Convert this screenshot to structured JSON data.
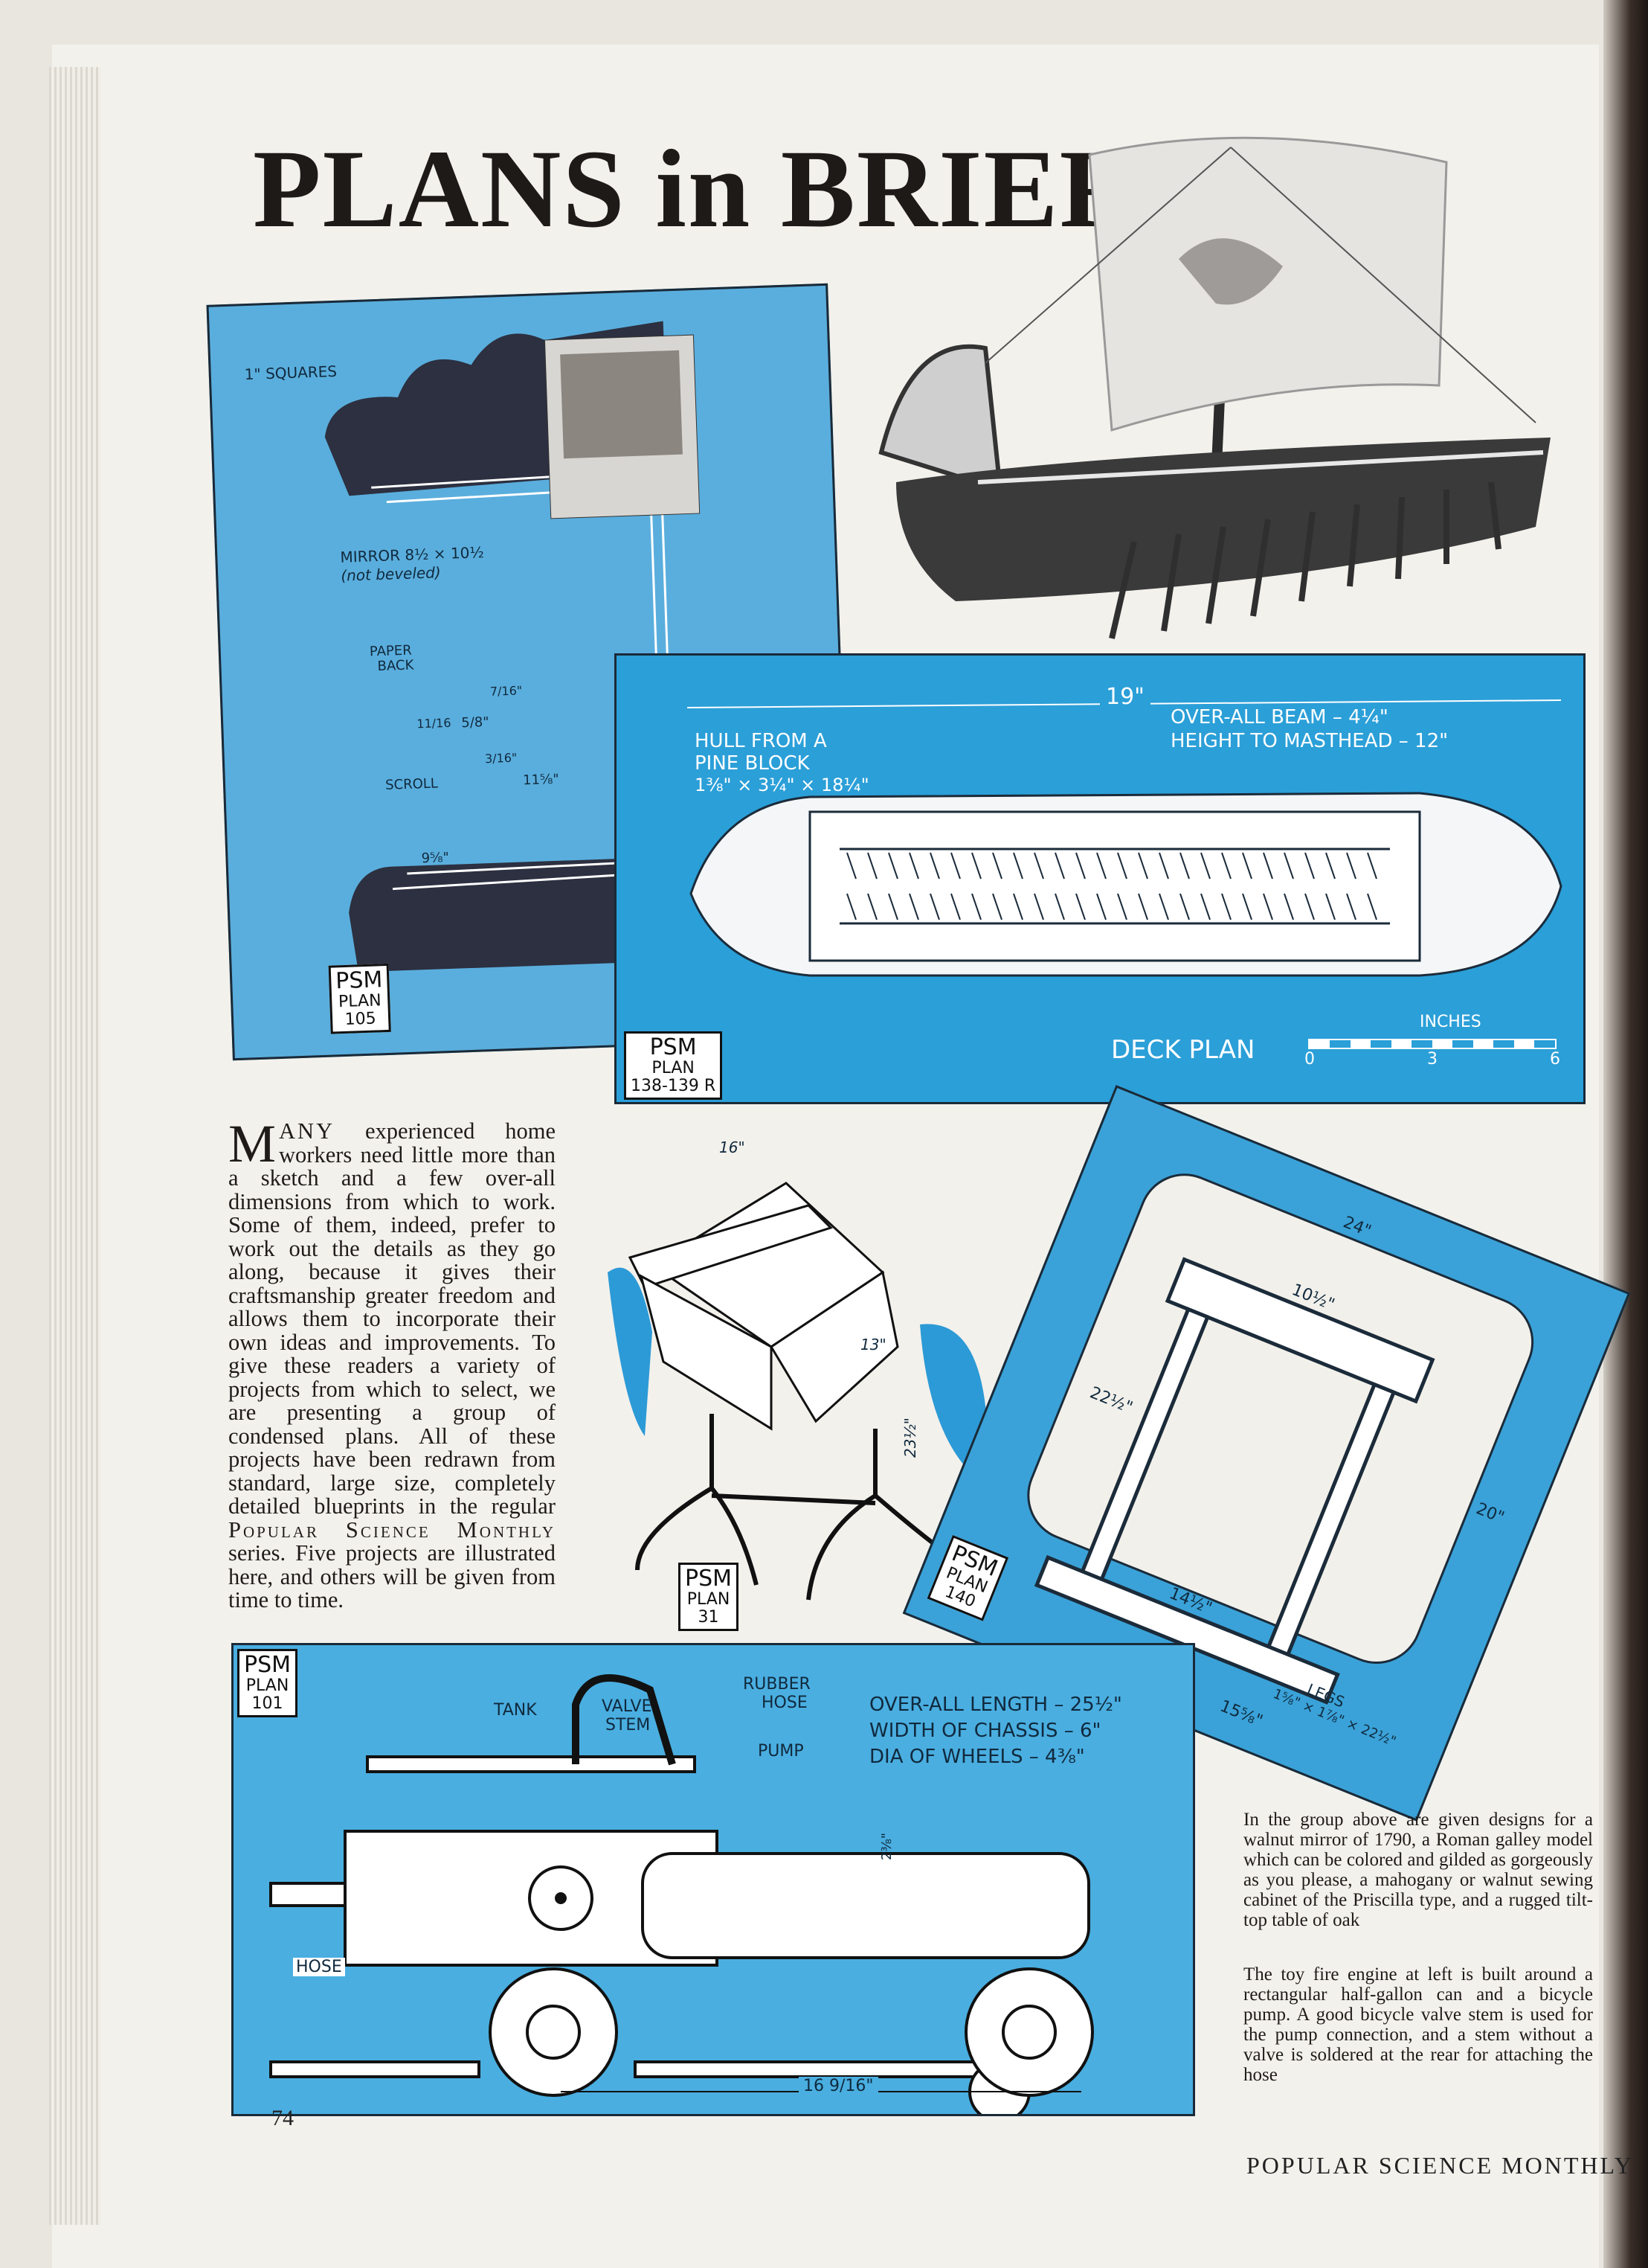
{
  "title": "PLANS in BRIEF",
  "mirror_plan": {
    "labels": {
      "squares": "1\" SQUARES",
      "mirror": "MIRROR 8½ × 10½",
      "mirror_note": "(not beveled)",
      "paper_back": "PAPER",
      "paper_back_2": "BACK",
      "scroll": "SCROLL",
      "dim_height": "11⅝\"",
      "dim_width": "9⅝\"",
      "dim_thick": "5/8\"",
      "dim_a": "7/16\"",
      "dim_b": "11/16",
      "dim_c": "3/16\""
    },
    "psm": {
      "top": "PSM",
      "mid": "PLAN",
      "num": "105"
    }
  },
  "galley_plan": {
    "length": "19\"",
    "hull_note": [
      "HULL FROM A",
      "PINE BLOCK",
      "1⅜\" × 3¼\" × 18¼\""
    ],
    "beam": "OVER-ALL BEAM – 4¼\"",
    "height": "HEIGHT TO MASTHEAD – 12\"",
    "deck_plan": "DECK PLAN",
    "scale_unit": "INCHES",
    "scale_ticks": [
      "0",
      "3",
      "6"
    ],
    "psm": {
      "top": "PSM",
      "mid": "PLAN",
      "num": "138-139 R"
    }
  },
  "cabinet_plan": {
    "dims": [
      "16\"",
      "13\"",
      "23½\""
    ],
    "psm": {
      "top": "PSM",
      "mid": "PLAN",
      "num": "31"
    }
  },
  "table_plan": {
    "dims": [
      "24\"",
      "10½\"",
      "22½\"",
      "20\"",
      "14½\"",
      "15⅝\""
    ],
    "legs": "LEGS",
    "legs_dim": "1⅝\" × 1⅞\" × 22½\"",
    "psm": {
      "top": "PSM",
      "mid": "PLAN",
      "num": "140"
    }
  },
  "fire_engine_plan": {
    "labels": {
      "tank": "TANK",
      "valve": "VALVE",
      "valve_2": "STEM",
      "rubber": "RUBBER",
      "rubber_2": "HOSE",
      "pump": "PUMP",
      "hose": "HOSE",
      "length_dim": "16 9/16\"",
      "small_dim": "2⅜\""
    },
    "specs": [
      "OVER-ALL LENGTH – 25½\"",
      "WIDTH OF CHASSIS – 6\"",
      "DIA OF WHEELS – 4⅜\""
    ],
    "psm": {
      "top": "PSM",
      "mid": "PLAN",
      "num": "101"
    }
  },
  "intro": {
    "dropcap": "M",
    "first_word": "ANY",
    "text": " experienced home workers need little more than a sketch and a few over-all dimensions from which to work. Some of them, indeed, prefer to work out the details as they go along, because it gives their craftsmanship greater freedom and allows them to incorporate their own ideas and improvements. To give these readers a variety of projects from which to select, we are presenting a group of condensed plans. All of these projects have been redrawn from standard, large size, completely detailed blueprints in the regular ",
    "magazine": "Popular Science Monthly",
    "text_end": " series. Five projects are illustrated here, and others will be given from time to time."
  },
  "caption_1": "In the group above are given designs for a walnut mirror of 1790, a Roman galley model which can be colored and gilded as gorgeously as you please, a mahogany or walnut sewing cabinet of the Priscilla type, and a rugged tilt-top table of oak",
  "caption_2": "The toy fire engine at left is built around a rectangular half-gallon can and a bicycle pump. A good bicycle valve stem is used for the pump connection, and a stem without a valve is soldered at the rear for attaching the hose",
  "page_number": "74",
  "footer": "POPULAR SCIENCE MONTHLY",
  "colors": {
    "blueprint": "#3ea6da",
    "paper": "#f3f1ec",
    "ink": "#1e1b19"
  }
}
